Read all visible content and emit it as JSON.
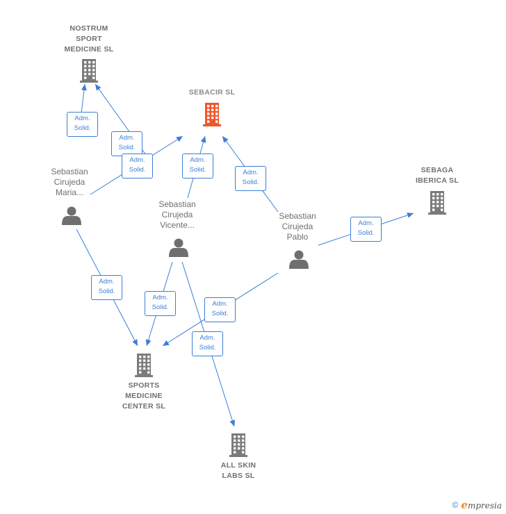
{
  "nodes": {
    "nostrum": {
      "label": "NOSTRUM\nSPORT\nMEDICINE SL",
      "kind": "company",
      "color": "#7b7b7b"
    },
    "sebacir": {
      "label": "SEBACIR  SL",
      "kind": "company",
      "color": "#f0562a"
    },
    "sebaga": {
      "label": "SEBAGA\nIBERICA  SL",
      "kind": "company",
      "color": "#7b7b7b"
    },
    "sports": {
      "label": "SPORTS\nMEDICINE\nCENTER  SL",
      "kind": "company",
      "color": "#7b7b7b"
    },
    "allskin": {
      "label": "ALL SKIN\nLABS  SL",
      "kind": "company",
      "color": "#7b7b7b"
    },
    "p_maria": {
      "label": "Sebastian\nCirujeda\nMaria...",
      "kind": "person",
      "color": "#6f6f6f"
    },
    "p_vicente": {
      "label": "Sebastian\nCirujeda\nVicente...",
      "kind": "person",
      "color": "#6f6f6f"
    },
    "p_pablo": {
      "label": "Sebastian\nCirujeda\nPablo",
      "kind": "person",
      "color": "#6f6f6f"
    }
  },
  "edges": [
    {
      "from": "p_maria",
      "to": "nostrum",
      "label": "Adm.\nSolid."
    },
    {
      "from": "p_vicente",
      "to": "nostrum",
      "label": "Adm.\nSolid."
    },
    {
      "from": "p_maria",
      "to": "sebacir",
      "label": "Adm.\nSolid."
    },
    {
      "from": "p_vicente",
      "to": "sebacir",
      "label": "Adm.\nSolid."
    },
    {
      "from": "p_pablo",
      "to": "sebacir",
      "label": "Adm.\nSolid."
    },
    {
      "from": "p_pablo",
      "to": "sebaga",
      "label": "Adm.\nSolid."
    },
    {
      "from": "p_maria",
      "to": "sports",
      "label": "Adm.\nSolid."
    },
    {
      "from": "p_vicente",
      "to": "sports",
      "label": "Adm.\nSolid."
    },
    {
      "from": "p_pablo",
      "to": "sports",
      "label": "Adm.\nSolid."
    },
    {
      "from": "p_vicente",
      "to": "allskin",
      "label": "Adm.\nSolid."
    }
  ],
  "footer": {
    "copyright": "©",
    "brand_initial": "e",
    "brand_rest": "mpresia"
  },
  "colors": {
    "edge": "#3a7ed6",
    "icon": "#7b7b7b",
    "highlight": "#f0562a"
  }
}
